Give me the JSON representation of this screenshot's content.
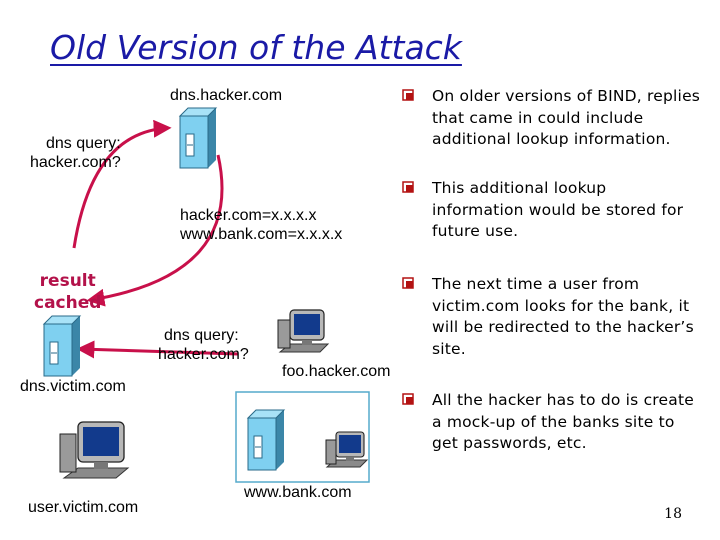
{
  "title": "Old Version of the Attack",
  "nodes": {
    "dns_hacker": "dns.hacker.com",
    "dns_victim": "dns.victim.com",
    "user_victim": "user.victim.com",
    "foo_hacker": "foo.hacker.com",
    "www_bank": "www.bank.com"
  },
  "labels": {
    "query1_line1": "dns query:",
    "query1_line2": "hacker.com?",
    "reply_line1": "hacker.com=x.x.x.x",
    "reply_line2": "www.bank.com=x.x.x.x",
    "cached_line1": "result",
    "cached_line2": "cached",
    "query2_line1": "dns query:",
    "query2_line2": "hacker.com?"
  },
  "bullets": [
    "On older versions of BIND, replies that came in could include additional lookup information.",
    "This additional lookup information would be stored for future use.",
    "The next time a user from victim.com looks for the bank, it will be redirected to the hacker’s site.",
    "All the hacker has to do is create a mock-up of the banks site to get passwords, etc."
  ],
  "page_number": "18",
  "colors": {
    "title": "#1a1aa6",
    "arrow": "#c8104a",
    "cached": "#b3124a",
    "bullet_mark": "#b31212",
    "box": "#55aacc",
    "server_front": "#7fd0f0",
    "server_side": "#3b86a8"
  }
}
